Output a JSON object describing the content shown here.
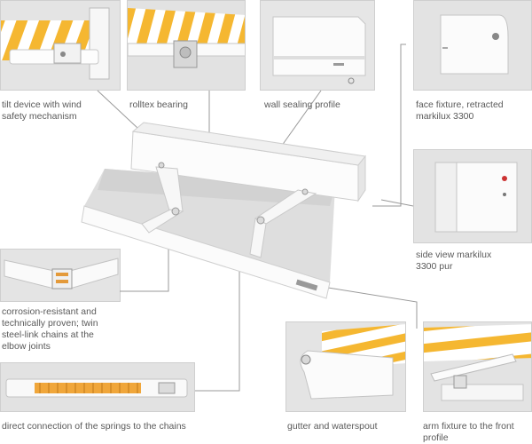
{
  "colors": {
    "background": "#ffffff",
    "stripe_orange": "#f5b731",
    "stripe_white": "#ffffff",
    "housing_white": "#f7f7f7",
    "thumb_bg": "#e3e3e3",
    "leader_line": "#9a9a9a",
    "label_text": "#5a5a5a"
  },
  "labels": {
    "tilt_device": "tilt device with wind\nsafety mechanism",
    "rolltex_bearing": "rolltex bearing",
    "wall_sealing": "wall sealing profile",
    "face_fixture": "face fixture, retracted\nmarkilux 3300",
    "side_view": "side view markilux\n3300 pur",
    "chains": "corrosion-resistant and\ntechnically proven; twin\nsteel-link chains at the\nelbow joints",
    "springs": "direct connection of the springs to the chains",
    "gutter": "gutter and waterspout",
    "arm_fixture": "arm fixture to the front\nprofile"
  },
  "icons": {
    "tilt_device": "tilt-device-photo",
    "rolltex_bearing": "rolltex-bearing-photo",
    "wall_sealing": "wall-sealing-profile-photo",
    "face_fixture": "face-fixture-photo",
    "side_view": "side-view-photo",
    "chains": "elbow-joint-chains-photo",
    "springs": "spring-chain-connection-photo",
    "gutter": "gutter-waterspout-photo",
    "arm_fixture": "arm-fixture-photo",
    "main": "awning-product-illustration"
  }
}
